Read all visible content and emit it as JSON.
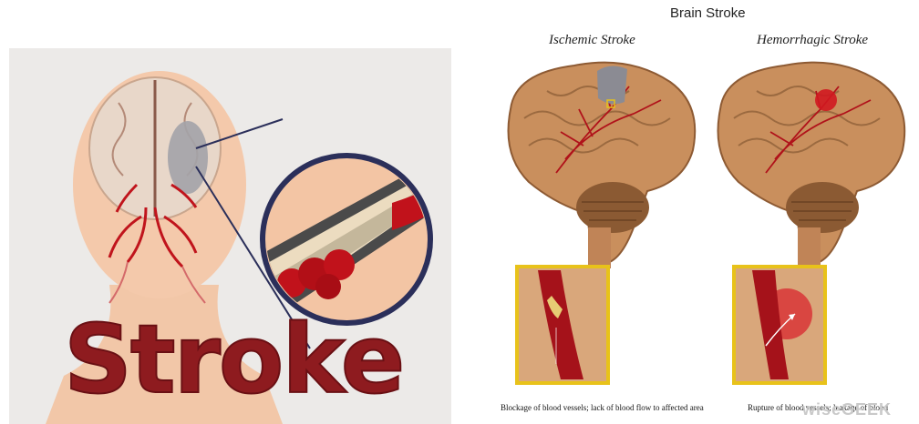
{
  "left_panel": {
    "word": "Stroke"
  },
  "right_panel": {
    "title": "Brain Stroke",
    "ischemic": {
      "label": "Ischemic Stroke",
      "caption": "Blockage of blood vessels; lack of blood flow to affected area"
    },
    "hemorrhagic": {
      "label": "Hemorrhagic Stroke",
      "caption": "Rupture of blood vessels; leakage of blood"
    },
    "watermark": "wiseGEEK"
  },
  "colors": {
    "brain": "#c98f5d",
    "vessel": "#b0121a",
    "frame": "#e8c21a",
    "word": "#8e1b1f"
  }
}
